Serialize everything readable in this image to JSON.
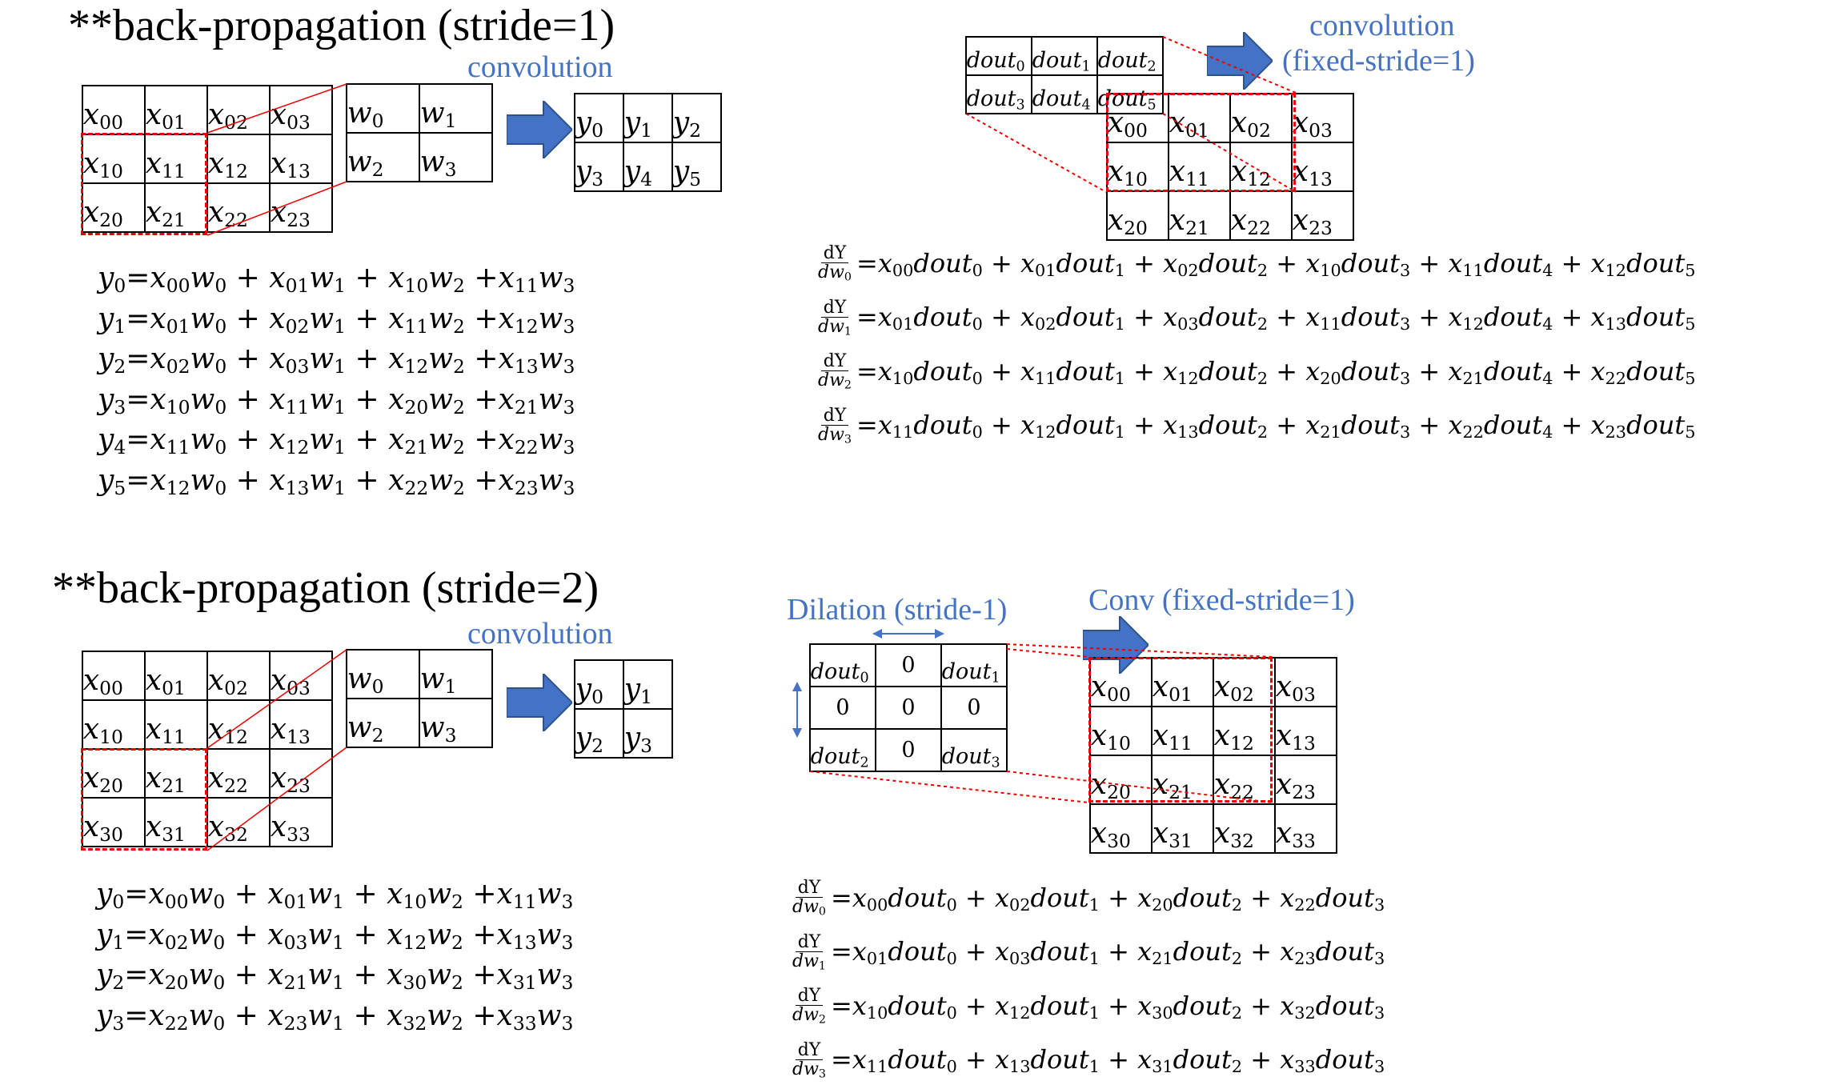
{
  "section1": {
    "title": "**back-propagation (stride=1)",
    "conv_label": "convolution",
    "x_grid": [
      [
        "x00",
        "x01",
        "x02",
        "x03"
      ],
      [
        "x10",
        "x11",
        "x12",
        "x13"
      ],
      [
        "x20",
        "x21",
        "x22",
        "x23"
      ]
    ],
    "w_grid": [
      [
        "w0",
        "w1"
      ],
      [
        "w2",
        "w3"
      ]
    ],
    "y_grid": [
      [
        "y0",
        "y1",
        "y2"
      ],
      [
        "y3",
        "y4",
        "y5"
      ]
    ],
    "equations": [
      "y0=x00w0 + x01w1 + x10w2 +x11w3",
      "y1=x01w0 + x02w1 + x11w2 +x12w3",
      "y2=x02w0 + x03w1 + x12w2 +x13w3",
      "y3=x10w0 + x11w1 + x20w2 +x21w3",
      "y4=x11w0 + x12w1 + x21w2 +x22w3",
      "y5=x12w0 + x13w1 + x22w2 +x23w3"
    ]
  },
  "section1_right": {
    "conv_label_line1": "convolution",
    "conv_label_line2": "(fixed-stride=1)",
    "dout_grid": [
      [
        "dout0",
        "dout1",
        "dout2"
      ],
      [
        "dout3",
        "dout4",
        "dout5"
      ]
    ],
    "x_grid": [
      [
        "x00",
        "x01",
        "x02",
        "x03"
      ],
      [
        "x10",
        "x11",
        "x12",
        "x13"
      ],
      [
        "x20",
        "x21",
        "x22",
        "x23"
      ]
    ],
    "grads": [
      {
        "num": "dY",
        "den": "dw0",
        "rhs": "=x00dout0 + x01dout1 + x02dout2 + x10dout3 + x11dout4 + x12dout5"
      },
      {
        "num": "dY",
        "den": "dw1",
        "rhs": "=x01dout0 + x02dout1 + x03dout2 + x11dout3 + x12dout4 + x13dout5"
      },
      {
        "num": "dY",
        "den": "dw2",
        "rhs": "=x10dout0 + x11dout1 + x12dout2 + x20dout3 + x21dout4 + x22dout5"
      },
      {
        "num": "dY",
        "den": "dw3",
        "rhs": "=x11dout0 + x12dout1 + x13dout2 + x21dout3 + x22dout4 + x23dout5"
      }
    ]
  },
  "section2": {
    "title": "**back-propagation (stride=2)",
    "conv_label": "convolution",
    "x_grid": [
      [
        "x00",
        "x01",
        "x02",
        "x03"
      ],
      [
        "x10",
        "x11",
        "x12",
        "x13"
      ],
      [
        "x20",
        "x21",
        "x22",
        "x23"
      ],
      [
        "x30",
        "x31",
        "x32",
        "x33"
      ]
    ],
    "w_grid": [
      [
        "w0",
        "w1"
      ],
      [
        "w2",
        "w3"
      ]
    ],
    "y_grid": [
      [
        "y0",
        "y1"
      ],
      [
        "y2",
        "y3"
      ]
    ],
    "equations": [
      "y0=x00w0 + x01w1 + x10w2 +x11w3",
      "y1=x02w0 + x03w1 + x12w2 +x13w3",
      "y2=x20w0 + x21w1 + x30w2 +x31w3",
      "y3=x22w0 + x23w1 + x32w2 +x33w3"
    ]
  },
  "section2_right": {
    "dilation_label": "Dilation (stride-1)",
    "conv_label": "Conv (fixed-stride=1)",
    "dilated_grid": [
      [
        "dout0",
        "0",
        "dout1"
      ],
      [
        "0",
        "0",
        "0"
      ],
      [
        "dout2",
        "0",
        "dout3"
      ]
    ],
    "x_grid": [
      [
        "x00",
        "x01",
        "x02",
        "x03"
      ],
      [
        "x10",
        "x11",
        "x12",
        "x13"
      ],
      [
        "x20",
        "x21",
        "x22",
        "x23"
      ],
      [
        "x30",
        "x31",
        "x32",
        "x33"
      ]
    ],
    "grads": [
      {
        "num": "dY",
        "den": "dw0",
        "rhs": "=x00dout0 + x02dout1 + x20dout2 + x22dout3"
      },
      {
        "num": "dY",
        "den": "dw1",
        "rhs": "=x01dout0 + x03dout1 + x21dout2 + x23dout3"
      },
      {
        "num": "dY",
        "den": "dw2",
        "rhs": "=x10dout0 + x12dout1 + x30dout2 + x32dout3"
      },
      {
        "num": "dY",
        "den": "dw3",
        "rhs": "=x11dout0 + x13dout1 + x31dout2 + x33dout3"
      }
    ]
  },
  "colors": {
    "accent_blue": "#4472C4",
    "highlight_red": "#E00000"
  }
}
